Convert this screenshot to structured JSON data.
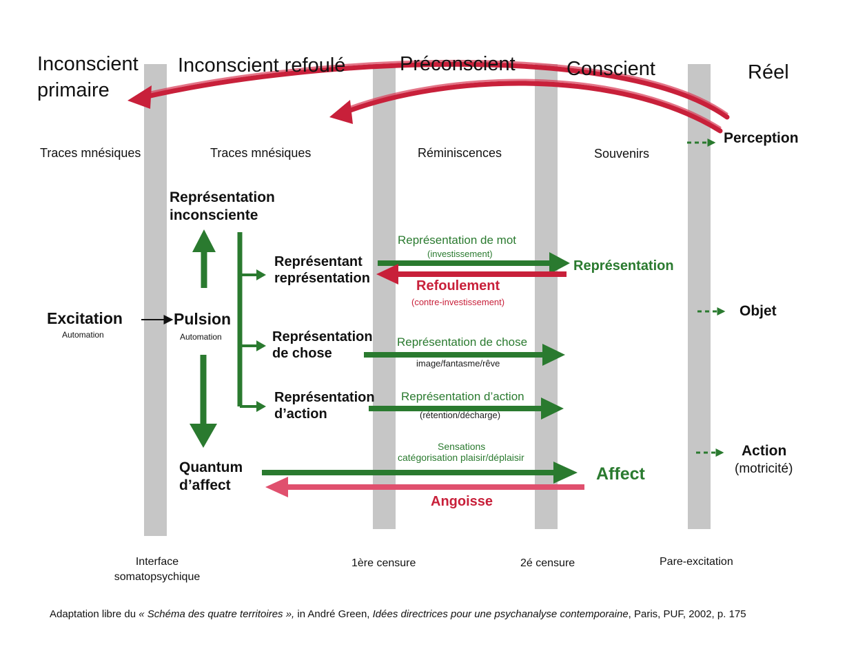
{
  "zones": {
    "inconscient_primaire_1": "Inconscient",
    "inconscient_primaire_2": "primaire",
    "inconscient_refoule": "Inconscient refoulé",
    "preconscient": "Préconscient",
    "conscient": "Conscient",
    "reel": "Réel"
  },
  "sublabels": {
    "traces_1": "Traces mnésiques",
    "traces_2": "Traces mnésiques",
    "reminiscences": "Réminiscences",
    "souvenirs": "Souvenirs"
  },
  "nodes": {
    "excitation": "Excitation",
    "excitation_sub": "Automation",
    "pulsion": "Pulsion",
    "pulsion_sub": "Automation",
    "rep_inconsciente_1": "Représentation",
    "rep_inconsciente_2": "inconsciente",
    "representant_1": "Représentant",
    "representant_2": "représentation",
    "rep_chose_1": "Représentation",
    "rep_chose_2": "de chose",
    "rep_action_1": "Représentation",
    "rep_action_2": "d’action",
    "quantum_1": "Quantum",
    "quantum_2": "d’affect",
    "perception": "Perception",
    "objet": "Objet",
    "action": "Action",
    "motricite": "(motricité)"
  },
  "flows": {
    "rep_mot": "Représentation de mot",
    "investissement": "(investissement)",
    "representation": "Représentation",
    "refoulement": "Refoulement",
    "contre_investissement": "(contre-investissement)",
    "rep_chose": "Représentation de chose",
    "image": "image/fantasme/rêve",
    "rep_action": "Représentation d’action",
    "retention": "(rétention/décharge)",
    "sensations": "Sensations",
    "categorisation": "catégorisation plaisir/déplaisir",
    "affect": "Affect",
    "angoisse": "Angoisse"
  },
  "bottom_labels": {
    "interface_1": "Interface",
    "interface_2": "somatopsychique",
    "censure_1": "1ère censure",
    "censure_2": "2é censure",
    "pare_excitation": "Pare-excitation"
  },
  "caption": {
    "part1": "Adaptation libre du ",
    "part2": "« Schéma des quatre territoires »,",
    "part3": " in André Green, ",
    "part4": "Idées directrices pour une psychanalyse contemporaine",
    "part5": ", Paris, PUF, 2002, p. 175"
  },
  "colors": {
    "green": "#2a7a2f",
    "red": "#c8203a",
    "pink": "#e0506e",
    "bar": "#c6c6c6"
  }
}
